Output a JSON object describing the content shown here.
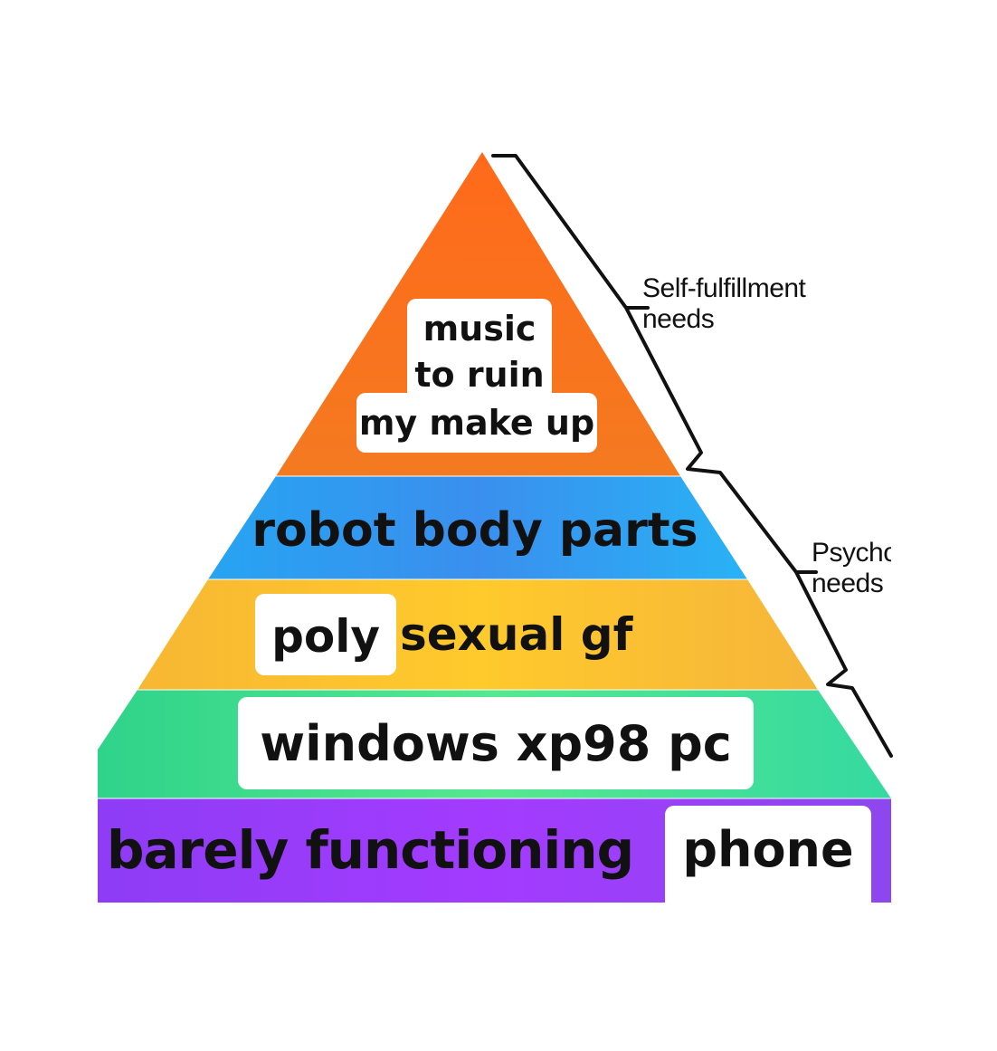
{
  "pyramid": {
    "levels": [
      {
        "label_lines": [
          "music",
          "to ruin",
          "my make up"
        ],
        "color": "#f97a1c"
      },
      {
        "label": "robot body parts",
        "color": "#2f9df0"
      },
      {
        "label_boxed": "poly",
        "label_rest": "sexual gf",
        "color": "#fbc429"
      },
      {
        "label": "windows xp98 pc",
        "color": "#3fe08f"
      },
      {
        "label_rest": "barely functioning",
        "label_boxed": "phone",
        "color": "#9b3dff"
      }
    ],
    "brackets": [
      {
        "lines": [
          "Self-fulfillment",
          "needs"
        ]
      },
      {
        "lines": [
          "Psycho",
          "needs"
        ]
      }
    ],
    "colors": {
      "outline": "#111111",
      "box": "#ffffff"
    }
  }
}
